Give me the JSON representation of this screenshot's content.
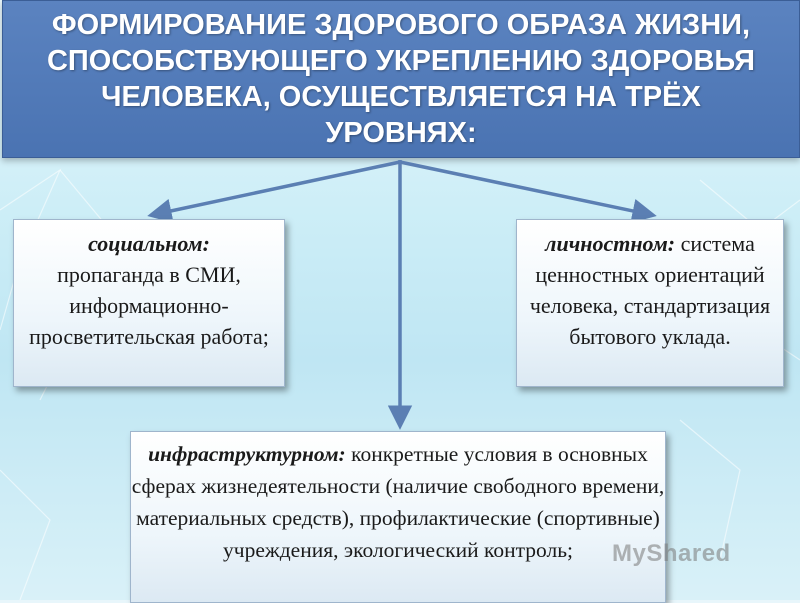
{
  "title": "ФОРМИРОВАНИЕ ЗДОРОВОГО ОБРАЗА ЖИЗНИ, СПОСОБСТВУЮЩЕГО УКРЕПЛЕНИЮ ЗДОРОВЬЯ ЧЕЛОВЕКА, ОСУЩЕСТВЛЯЕТСЯ НА ТРЁХ УРОВНЯХ:",
  "levels": {
    "social": {
      "lead": "социальном:",
      "text": "пропаганда в СМИ, информационно-просветительская работа;"
    },
    "personal": {
      "lead": "личностном:",
      "text": "система ценностных ориентаций человека, стандартизация бытового уклада."
    },
    "infrastructure": {
      "lead": "инфраструктурном:",
      "text": "конкретные условия в основных сферах жизнедеятельности (наличие свободного времени, материальных средств), профилактические (спортивные) учреждения, экологический контроль;"
    }
  },
  "colors": {
    "title_bg": "#4a73b2",
    "arrow": "#5b7fb3"
  },
  "watermark": "MyShared"
}
